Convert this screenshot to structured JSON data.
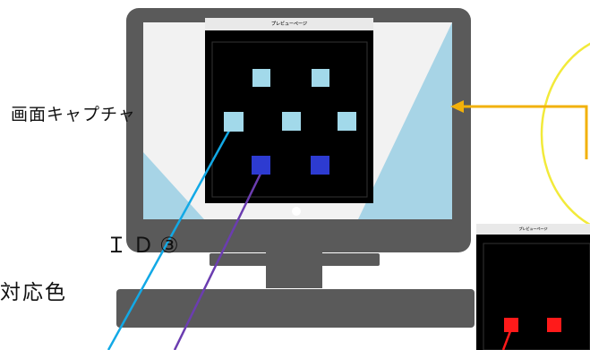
{
  "labels": {
    "screen_capture": "画面キャプチャ",
    "id_partial": "ＩＤ③",
    "color_partial": "対応色"
  },
  "preview_main": {
    "title": "プレビューページ",
    "squares": [
      {
        "color": "light-blue"
      },
      {
        "color": "light-blue"
      },
      {
        "color": "light-blue"
      },
      {
        "color": "light-blue"
      },
      {
        "color": "light-blue"
      },
      {
        "color": "blue"
      },
      {
        "color": "blue"
      }
    ]
  },
  "preview_small": {
    "title": "プレビューページ",
    "squares": [
      {
        "color": "red"
      },
      {
        "color": "red"
      }
    ]
  },
  "colors": {
    "monitor_body": "#5a5a5a",
    "screen_bg": "#f2f2f2",
    "screen_accent": "#a7d4e6",
    "light_blue_square": "#a2d9ea",
    "blue_square": "#2d3bd1",
    "red_square": "#ff1a1a",
    "arrow_orange": "#f2b10a",
    "circle_yellow": "#f2ea3a",
    "line_cyan": "#12a9e6",
    "line_purple": "#6b3db0"
  },
  "icons": [
    "monitor-illustration",
    "arrow-icon"
  ]
}
